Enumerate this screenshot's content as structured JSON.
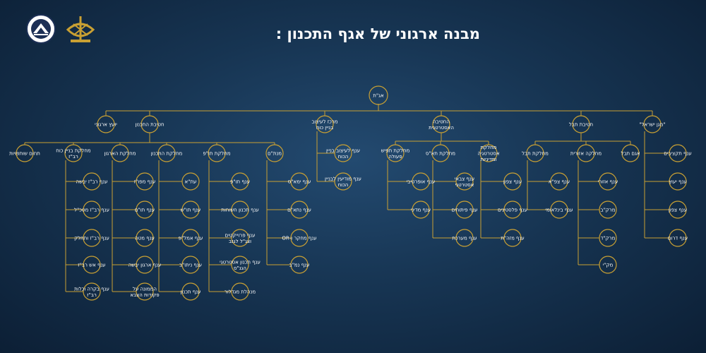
{
  "page": {
    "title": "מבנה ארגוני של אגף התכנון :",
    "accent": "#c9a033",
    "background": "#173553",
    "logos": [
      "planning-directorate-emblem",
      "idf-emblem"
    ]
  },
  "org_chart": {
    "root": {
      "id": "root",
      "label": "אג\"ת"
    },
    "nodes": [
      {
        "id": "c1",
        "label": "יועץ ארגוני"
      },
      {
        "id": "c2",
        "label": "חטיבת התכנון"
      },
      {
        "id": "c3",
        "label": "מרכז לעיצוב\nבניין כוח"
      },
      {
        "id": "c4",
        "label": "החטיבה\nהאסטרטגית"
      },
      {
        "id": "c5",
        "label": "חטיבת תבל"
      },
      {
        "id": "c6",
        "label": "\"מגן ישראל\""
      },
      {
        "id": "d1",
        "label": "תחום שותפויות"
      },
      {
        "id": "d2",
        "label": "מחלקת בניין כוח\nרב\"ז"
      },
      {
        "id": "d3",
        "label": "מחלקת הארגון"
      },
      {
        "id": "d4",
        "label": "מחלקת התכנון"
      },
      {
        "id": "d5",
        "label": "מחלקת תו\"פ"
      },
      {
        "id": "d6",
        "label": "מנת\"ם"
      },
      {
        "id": "e1",
        "label": "ענף רב\"ז יבשה"
      },
      {
        "id": "e2",
        "label": "ענף רב\"ז מטכ\"ל"
      },
      {
        "id": "e3",
        "label": "ענף רב\"ז ותחלק"
      },
      {
        "id": "e4",
        "label": "ענף אש רב\"ז"
      },
      {
        "id": "e5",
        "label": "ענף בקרה וכלות\nרב\"ז"
      },
      {
        "id": "f1",
        "label": "ענף מפו\"ז"
      },
      {
        "id": "f2",
        "label": "ענף תו\"ם"
      },
      {
        "id": "f3",
        "label": "ענף מטה"
      },
      {
        "id": "f4",
        "label": "ענף ארגון יבשה"
      },
      {
        "id": "f5",
        "label": "הממונה על\nפקודות הצבא"
      },
      {
        "id": "g1",
        "label": "עת\"א"
      },
      {
        "id": "g2",
        "label": "ענף תו\"ש"
      },
      {
        "id": "g3",
        "label": "ענף אמל\"פ"
      },
      {
        "id": "g4",
        "label": "ענף ניתו\"ב"
      },
      {
        "id": "g5",
        "label": "ענף תכנון"
      },
      {
        "id": "h1",
        "label": "ענף תו\"פ"
      },
      {
        "id": "h2",
        "label": "ענף תכנון חשוחות"
      },
      {
        "id": "h3",
        "label": "ענף פרוייקטים\nוצג\"ל לגנב"
      },
      {
        "id": "h4",
        "label": "ענף תכנון אסטרטגי\nהגנ\"ס"
      },
      {
        "id": "h5",
        "label": "מנהלת מגדלור"
      },
      {
        "id": "i1",
        "label": "ענף ימא\"ס"
      },
      {
        "id": "i2",
        "label": "ענף נתא\"ם"
      },
      {
        "id": "i3",
        "label": "ענף מחקר ו-OR"
      },
      {
        "id": "i4",
        "label": "ענף נמ\"ב"
      },
      {
        "id": "j1",
        "label": "ענף לעיצוב בניין\nהכוח"
      },
      {
        "id": "j2",
        "label": "ענף מודיעין לבניין\nהכוח"
      },
      {
        "id": "k1",
        "label": "מחלקת תפיש\nפעולה"
      },
      {
        "id": "k2",
        "label": "מחלקת תא\"ס"
      },
      {
        "id": "k3",
        "label": "מחלקת\nאסטרטגיה\nומדיניות"
      },
      {
        "id": "l1",
        "label": "ענף אופרטיבי"
      },
      {
        "id": "l2",
        "label": "ענף מדיני"
      },
      {
        "id": "m1",
        "label": "ענף צבאי\nאסטרטגי"
      },
      {
        "id": "m2",
        "label": "ענף פיתוחים"
      },
      {
        "id": "m3",
        "label": "ענף מערכת"
      },
      {
        "id": "n1",
        "label": "ענף צפון"
      },
      {
        "id": "n2",
        "label": "ענף פלסטינים"
      },
      {
        "id": "n3",
        "label": "ענף מזה\"ת"
      },
      {
        "id": "o1",
        "label": "מחלקת תבל"
      },
      {
        "id": "o2",
        "label": "מחלקה אזורית"
      },
      {
        "id": "o3",
        "label": "אגם תבל"
      },
      {
        "id": "p1",
        "label": "ענף צפ\"א"
      },
      {
        "id": "p2",
        "label": "ענף בינלאומי"
      },
      {
        "id": "q1",
        "label": "ענף אזורי"
      },
      {
        "id": "q2",
        "label": "מרק\"ב"
      },
      {
        "id": "q3",
        "label": "מרק\"ד"
      },
      {
        "id": "q4",
        "label": "מק\"י"
      },
      {
        "id": "r1",
        "label": "ענף תקציבים"
      },
      {
        "id": "r2",
        "label": "ענף יעוץ"
      },
      {
        "id": "r3",
        "label": "ענף צפון"
      },
      {
        "id": "r4",
        "label": "ענף דרום"
      }
    ]
  }
}
